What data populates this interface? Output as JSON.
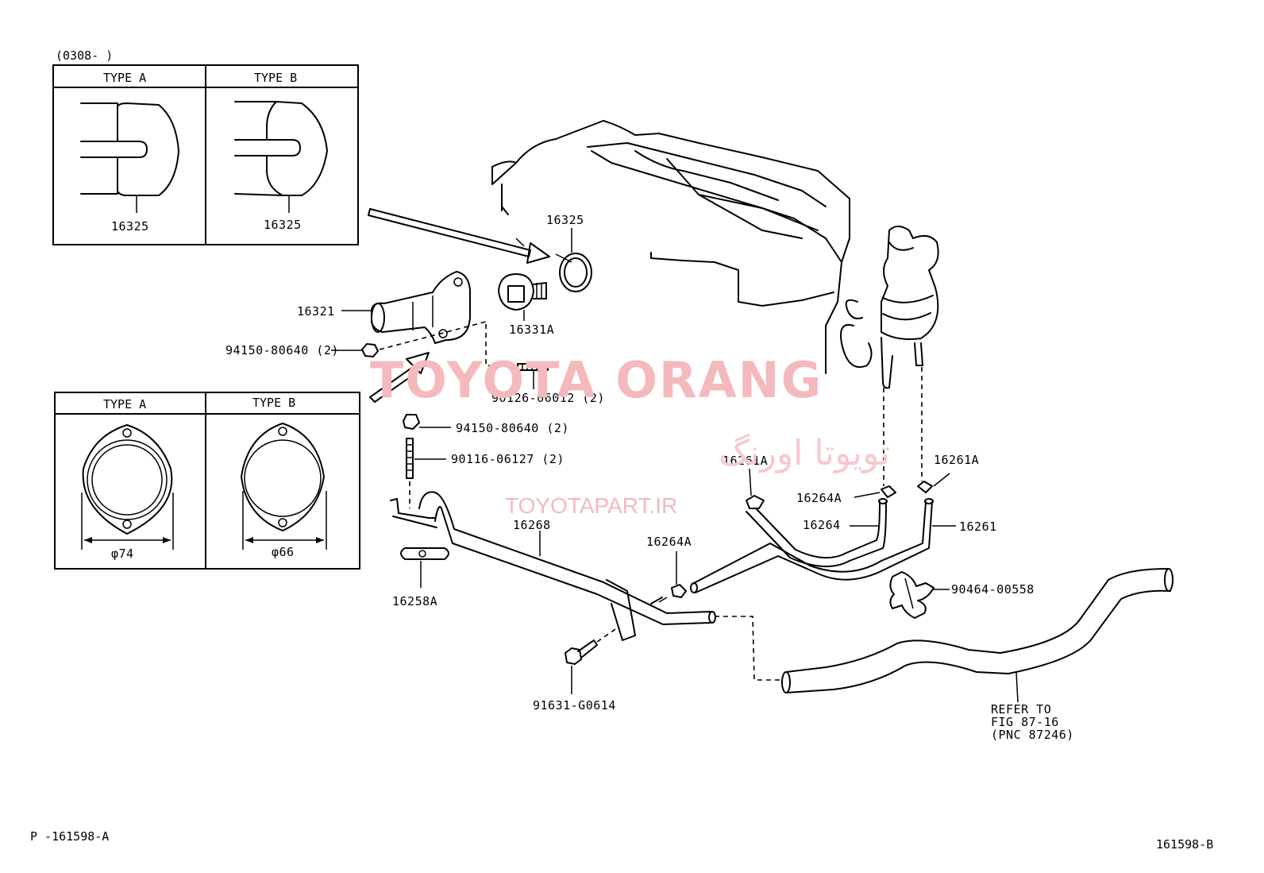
{
  "date_range": "(0308-      )",
  "inset_top": {
    "type_a": "TYPE A",
    "type_b": "TYPE B",
    "part_a": "16325",
    "part_b": "16325"
  },
  "inset_bottom": {
    "type_a": "TYPE A",
    "type_b": "TYPE B",
    "dim_a": "φ74",
    "dim_b": "φ66"
  },
  "parts": {
    "p16325": "16325",
    "p16321": "16321",
    "p16331A": "16331A",
    "p94150_top": "94150-80640 (2)",
    "p90126": "90126-06012 (2)",
    "p94150_mid": "94150-80640 (2)",
    "p90116": "90116-06127 (2)",
    "p16268": "16268",
    "p16258A": "16258A",
    "p91631": "91631-G0614",
    "p16264A_left": "16264A",
    "p16261A_left": "16261A",
    "p16264A_right": "16264A",
    "p16264": "16264",
    "p16261A_right": "16261A",
    "p16261": "16261",
    "p90464": "90464-00558"
  },
  "refer": {
    "line1": "REFER  TO",
    "line2": "FIG  87-16",
    "line3": "(PNC  87246)"
  },
  "watermark": {
    "brand": "TOYOTA ORANG",
    "persian": "تویوتا اورنگ",
    "url": "TOYOTAPART.IR"
  },
  "footer": {
    "left_code": "P -161598-A",
    "right_code": "161598-B"
  }
}
